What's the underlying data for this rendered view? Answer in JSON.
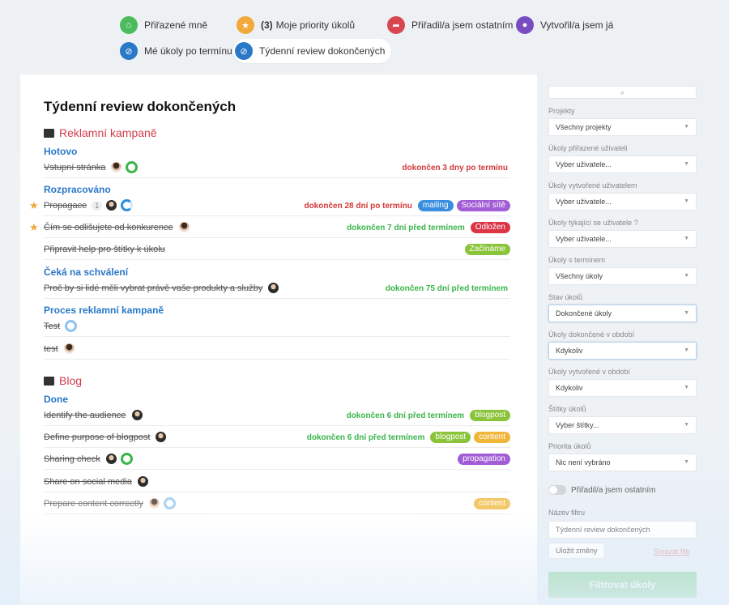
{
  "nav": {
    "assigned_me": "Přiřazené mně",
    "priority_count": "(3)",
    "priority_label": "Moje priority úkolů",
    "assigned_others": "Přiřadil/a jsem ostatním",
    "created_me": "Vytvořil/a jsem já",
    "overdue": "Mé úkoly po termínu",
    "weekly_review": "Týdenní review dokončených"
  },
  "colors": {
    "green": "#4cbb5e",
    "orange": "#f0a93a",
    "red": "#d94650",
    "purple": "#7a4cc2",
    "blue": "#2a78c8"
  },
  "main": {
    "title": "Týdenní review dokončených",
    "projects": [
      {
        "name": "Reklamní kampaně",
        "sections": [
          {
            "name": "Hotovo",
            "tasks": [
              {
                "name": "Vstupní stránka",
                "due": "dokončen 3 dny po termínu"
              }
            ]
          },
          {
            "name": "Rozpracováno",
            "tasks": [
              {
                "name": "Propagace",
                "count": "1",
                "due": "dokončen 28 dní po termínu",
                "tags": [
                  "mailing",
                  "Sociální sítě"
                ]
              },
              {
                "name": "Čím se odlišujete od konkurence",
                "due": "dokončen 7 dní před termínem",
                "tags": [
                  "Odložen"
                ]
              },
              {
                "name": "Připravit help pro štítky k úkolu",
                "tags": [
                  "Začínáme"
                ]
              }
            ]
          },
          {
            "name": "Čeká na schválení",
            "tasks": [
              {
                "name": "Proč by si lidé měli vybrat právě vaše produkty a služby",
                "due": "dokončen 75 dní před termínem"
              }
            ]
          },
          {
            "name": "Proces reklamní kampaně",
            "tasks": [
              {
                "name": "Test"
              },
              {
                "name": "test"
              }
            ]
          }
        ]
      },
      {
        "name": "Blog",
        "sections": [
          {
            "name": "Done",
            "tasks": [
              {
                "name": "Identify the audience",
                "due": "dokončen 6 dní před termínem",
                "tags": [
                  "blogpost"
                ]
              },
              {
                "name": "Define purpose of blogpost",
                "due": "dokončen 6 dní před termínem",
                "tags": [
                  "blogpost",
                  "content"
                ]
              },
              {
                "name": "Sharing check",
                "tags": [
                  "propagation"
                ]
              },
              {
                "name": "Share on social media"
              },
              {
                "name": "Prepare content correctly",
                "tags": [
                  "content"
                ]
              }
            ]
          }
        ]
      }
    ]
  },
  "sidebar": {
    "projects_label": "Projekty",
    "projects_value": "Všechny projekty",
    "assigned_label": "Úkoly přiřazené uživateli",
    "assigned_value": "Vyber uživatele...",
    "created_label": "Úkoly vytvořené uživatelem",
    "created_value": "Vyber uživatele...",
    "concerning_label": "Úkoly týkající se uživatele",
    "concerning_value": "Vyber uživatele...",
    "deadline_label": "Úkoly s termínem",
    "deadline_value": "Všechny úkoly",
    "state_label": "Stav úkolů",
    "state_value": "Dokončené úkoly",
    "completed_label": "Úkoly dokončené v období",
    "completed_value": "Kdykoliv",
    "created_period_label": "Úkoly vytvořené v období",
    "created_period_value": "Kdykoliv",
    "tags_label": "Štítky úkolů",
    "tags_value": "Vyber štítky...",
    "priority_label": "Priorita úkolů",
    "priority_value": "Nic není vybráno",
    "toggle_label": "Přiřadil/a jsem ostatním",
    "filter_name_label": "Název filtru",
    "filter_name_value": "Týdenní review dokončených",
    "save_label": "Uložit změny",
    "delete_label": "Smazat filtr",
    "submit_label": "Filtrovat úkoly"
  }
}
